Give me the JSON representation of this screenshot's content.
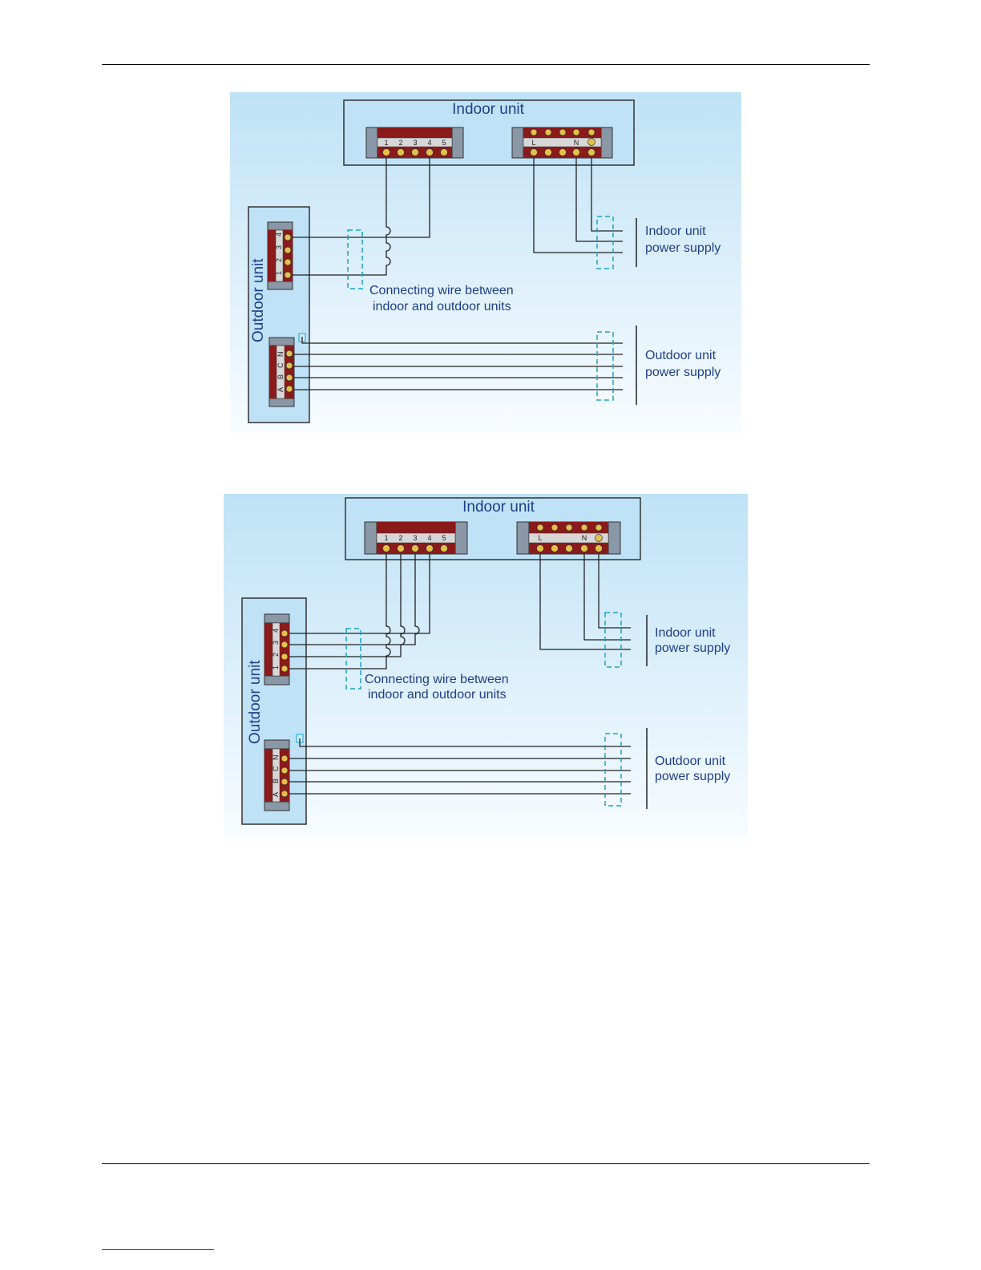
{
  "colors": {
    "background_top": "#bfe2f6",
    "background_bottom": "#f8fcff",
    "terminal_red": "#8b1a1a",
    "terminal_body": "#6c7a8a",
    "shield": "#19a5c8",
    "label_text": "#1f3f86"
  },
  "diagrams": [
    {
      "indoor_unit": "Indoor unit",
      "outdoor_unit": "Outdoor unit",
      "signal_terminals": [
        "1",
        "2",
        "3",
        "4",
        "5"
      ],
      "indoor_power_terminals": [
        "L",
        "N"
      ],
      "outdoor_signal_terminals": [
        "1",
        "2",
        "3",
        "4"
      ],
      "outdoor_power_terminals": [
        "A",
        "B",
        "C",
        "N"
      ],
      "connecting_wire": [
        "Connecting wire between",
        "indoor and outdoor units"
      ],
      "indoor_supply": [
        "Indoor unit",
        "power supply"
      ],
      "outdoor_supply": [
        "Outdoor unit",
        "power supply"
      ],
      "connecting_wire_count": 2
    },
    {
      "indoor_unit": "Indoor unit",
      "outdoor_unit": "Outdoor unit",
      "signal_terminals": [
        "1",
        "2",
        "3",
        "4",
        "5"
      ],
      "indoor_power_terminals": [
        "L",
        "N"
      ],
      "outdoor_signal_terminals": [
        "1",
        "2",
        "3",
        "4"
      ],
      "outdoor_power_terminals": [
        "A",
        "B",
        "C",
        "N"
      ],
      "connecting_wire": [
        "Connecting wire between",
        "indoor and outdoor units"
      ],
      "indoor_supply": [
        "Indoor unit",
        "power supply"
      ],
      "outdoor_supply": [
        "Outdoor unit",
        "power supply"
      ],
      "connecting_wire_count": 4
    }
  ]
}
